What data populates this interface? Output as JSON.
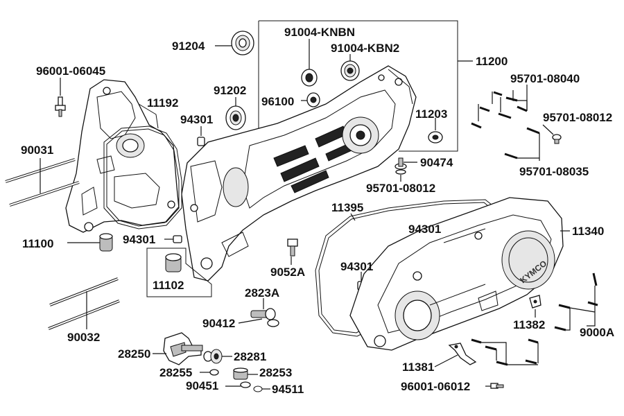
{
  "labels": {
    "p91004_knbn": "91004-KNBN",
    "p91004_kbn2": "91004-KBN2",
    "p91204": "91204",
    "p96001_06045": "96001-06045",
    "p11200": "11200",
    "p95701_08040": "95701-08040",
    "p91202": "91202",
    "p96100": "96100",
    "p11192": "11192",
    "p11203": "11203",
    "p94301_a": "94301",
    "p95701_08012_a": "95701-08012",
    "p90031": "90031",
    "p90474": "90474",
    "p95701_08035": "95701-08035",
    "p95701_08012_b": "95701-08012",
    "p11395": "11395",
    "p11100": "11100",
    "p94301_b": "94301",
    "p94301_c": "94301",
    "p11340": "11340",
    "p9052a": "9052A",
    "p11102": "11102",
    "p94301_d": "94301",
    "p2823a": "2823A",
    "p90412": "90412",
    "p11382": "11382",
    "p9000a": "9000A",
    "p90032": "90032",
    "p28250": "28250",
    "p28281": "28281",
    "p28255": "28255",
    "p28253": "28253",
    "p11381": "11381",
    "p90451": "90451",
    "p94511": "94511",
    "p96001_06012": "96001-06012"
  },
  "cover_logo": "KYMCO",
  "icons": {
    "bearing": "bearing-icon",
    "bolt": "bolt-icon",
    "stud": "stud-icon",
    "bushing": "bushing-icon",
    "crankcase": "crankcase-icon",
    "cover": "cover-icon"
  },
  "colors": {
    "line": "#111111",
    "background": "#ffffff",
    "shade": "#bdbdbd"
  }
}
